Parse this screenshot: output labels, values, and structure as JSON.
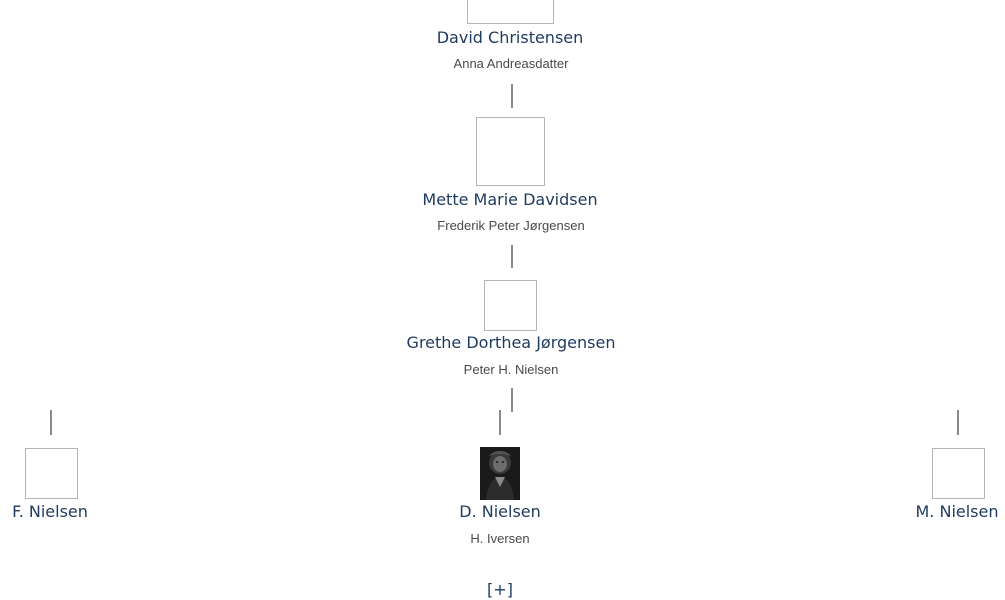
{
  "tree": {
    "top": {
      "name": "David Christensen",
      "spouse": "Anna Andreasdatter"
    },
    "gen2": {
      "name": "Mette Marie Davidsen",
      "spouse": "Frederik Peter Jørgensen"
    },
    "gen3": {
      "name": "Grethe Dorthea Jørgensen",
      "spouse": "Peter H. Nielsen"
    },
    "children": [
      {
        "name": "F. Nielsen",
        "spouse": ""
      },
      {
        "name": "D. Nielsen",
        "spouse": "H. Iversen"
      },
      {
        "name": "M. Nielsen",
        "spouse": ""
      }
    ],
    "expand_label": "[+]"
  }
}
